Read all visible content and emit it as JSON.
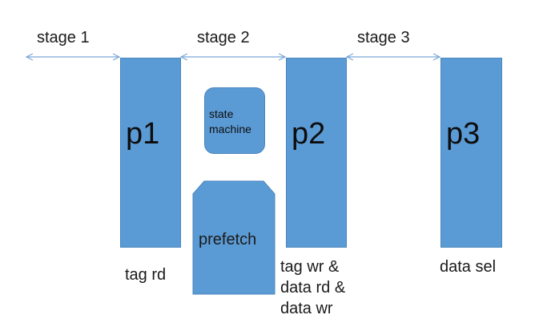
{
  "stages": [
    "stage 1",
    "stage 2",
    "stage 3"
  ],
  "blocks": {
    "p1": "p1",
    "p2": "p2",
    "p3": "p3"
  },
  "state_machine": {
    "line1": "state",
    "line2": "machine"
  },
  "prefetch": "prefetch",
  "captions": {
    "p1": "tag rd",
    "p2": [
      "tag wr &",
      "data rd &",
      "data wr"
    ],
    "p3": "data sel"
  },
  "colors": {
    "block_fill": "#5b9bd5",
    "block_border": "#4a86bd",
    "arrow": "#7aa7d6"
  }
}
